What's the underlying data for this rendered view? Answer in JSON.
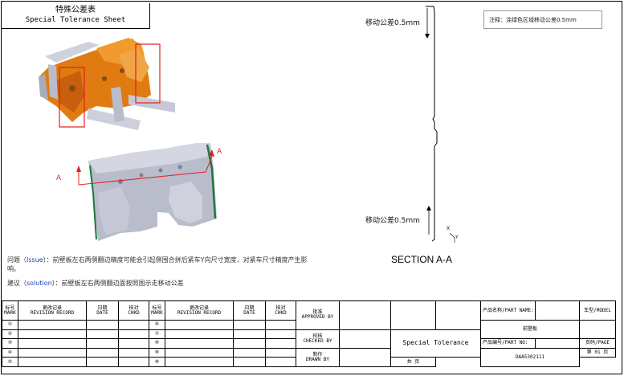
{
  "title_cn": "特殊公差表",
  "title_en": "Special Tolerance Sheet",
  "note": "注释：涂绿色区域移动公差0.5mm",
  "tol_top": "移动公差0.5mm",
  "tol_bottom": "移动公差0.5mm",
  "section_label": "SECTION A-A",
  "marker_a_left": "A",
  "marker_a_right": "A",
  "axis_x": "X",
  "axis_y": "Y",
  "issue_prefix": "问题（",
  "issue_word": "Issue",
  "issue_text": "）：前壁板左右两侧翻边精度可能会引起侧围合拼后紧车Y向尺寸宽度，对紧车尺寸精度产生影响。",
  "sol_prefix": "建议（",
  "sol_word": "solution",
  "sol_text": "）：前壁板左右两侧翻边面按照图示走移动公差",
  "table": {
    "mark": "标号",
    "mark_en": "MARK",
    "rev_cn": "更改记录",
    "rev_en": "REVISION RECORD",
    "date_cn": "日期",
    "date_en": "DATE",
    "chkd_cn": "核对",
    "chkd_en": "CHKD",
    "left_marks": [
      "①",
      "②",
      "③",
      "④",
      "⑤"
    ],
    "right_marks": [
      "⑥",
      "⑦",
      "⑧",
      "⑨",
      "⑩"
    ],
    "approved_cn": "批准",
    "approved_en": "APPROVED BY",
    "checked_cn": "校核",
    "checked_en": "CHECKED BY",
    "drawn_cn": "制作",
    "drawn_en": "DRAWN BY",
    "special_tol": "Special Tolerance",
    "part_name_lbl": "产品名称/PART NAME:",
    "part_name": "前壁板",
    "model_lbl": "车型/MODEL",
    "part_no_lbl": "产品编号/PART NO:",
    "part_no": "DAA5302111",
    "page_lbl": "页码/PAGE",
    "page_no": "第 01 页",
    "page_total": "共   页"
  }
}
